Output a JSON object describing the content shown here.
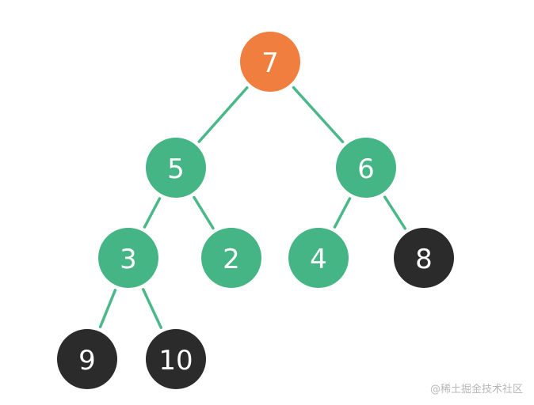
{
  "colors": {
    "orange": "#f07e3f",
    "green": "#46b585",
    "black": "#2b2b2b",
    "edge": "#4bb889"
  },
  "tree": {
    "nodes": [
      {
        "id": "n7",
        "label": "7",
        "color": "orange"
      },
      {
        "id": "n5",
        "label": "5",
        "color": "green"
      },
      {
        "id": "n6",
        "label": "6",
        "color": "green"
      },
      {
        "id": "n3",
        "label": "3",
        "color": "green"
      },
      {
        "id": "n2",
        "label": "2",
        "color": "green"
      },
      {
        "id": "n4",
        "label": "4",
        "color": "green"
      },
      {
        "id": "n8",
        "label": "8",
        "color": "black"
      },
      {
        "id": "n9",
        "label": "9",
        "color": "black"
      },
      {
        "id": "n10",
        "label": "10",
        "color": "black"
      }
    ],
    "edges": [
      {
        "from": "n7",
        "to": "n5"
      },
      {
        "from": "n7",
        "to": "n6"
      },
      {
        "from": "n5",
        "to": "n3"
      },
      {
        "from": "n5",
        "to": "n2"
      },
      {
        "from": "n6",
        "to": "n4"
      },
      {
        "from": "n6",
        "to": "n8"
      },
      {
        "from": "n3",
        "to": "n9"
      },
      {
        "from": "n3",
        "to": "n10"
      }
    ]
  },
  "watermark": "@稀土掘金技术社区"
}
